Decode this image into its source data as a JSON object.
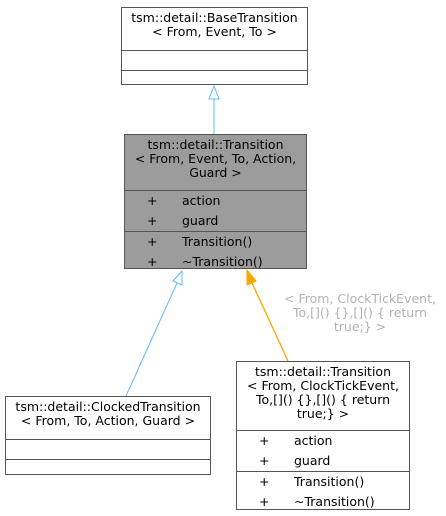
{
  "nodes": {
    "base": {
      "title": "tsm::detail::BaseTransition\n< From, Event, To >",
      "attributes": [],
      "methods": []
    },
    "transition": {
      "title": "tsm::detail::Transition\n< From, Event, To, Action,\nGuard >",
      "attributes": [
        {
          "vis": "+",
          "name": "action"
        },
        {
          "vis": "+",
          "name": "guard"
        }
      ],
      "methods": [
        {
          "vis": "+",
          "name": "Transition()"
        },
        {
          "vis": "+",
          "name": "~Transition()"
        }
      ]
    },
    "clocked": {
      "title": "tsm::detail::ClockedTransition\n< From, To, Action, Guard >",
      "attributes": [],
      "methods": []
    },
    "specialized": {
      "title": "tsm::detail::Transition\n< From, ClockTickEvent,\nTo,[]() {},[]() { return\ntrue;} >",
      "attributes": [
        {
          "vis": "+",
          "name": "action"
        },
        {
          "vis": "+",
          "name": "guard"
        }
      ],
      "methods": [
        {
          "vis": "+",
          "name": "Transition()"
        },
        {
          "vis": "+",
          "name": "~Transition()"
        }
      ]
    }
  },
  "edges": {
    "template_label": "< From, ClockTickEvent,\nTo,[]() {},[]() { return\ntrue;} >"
  },
  "colors": {
    "inheritance": "#63b8ff",
    "template_instance": "#ffa500",
    "highlight_fill": "#9c9c9c"
  }
}
